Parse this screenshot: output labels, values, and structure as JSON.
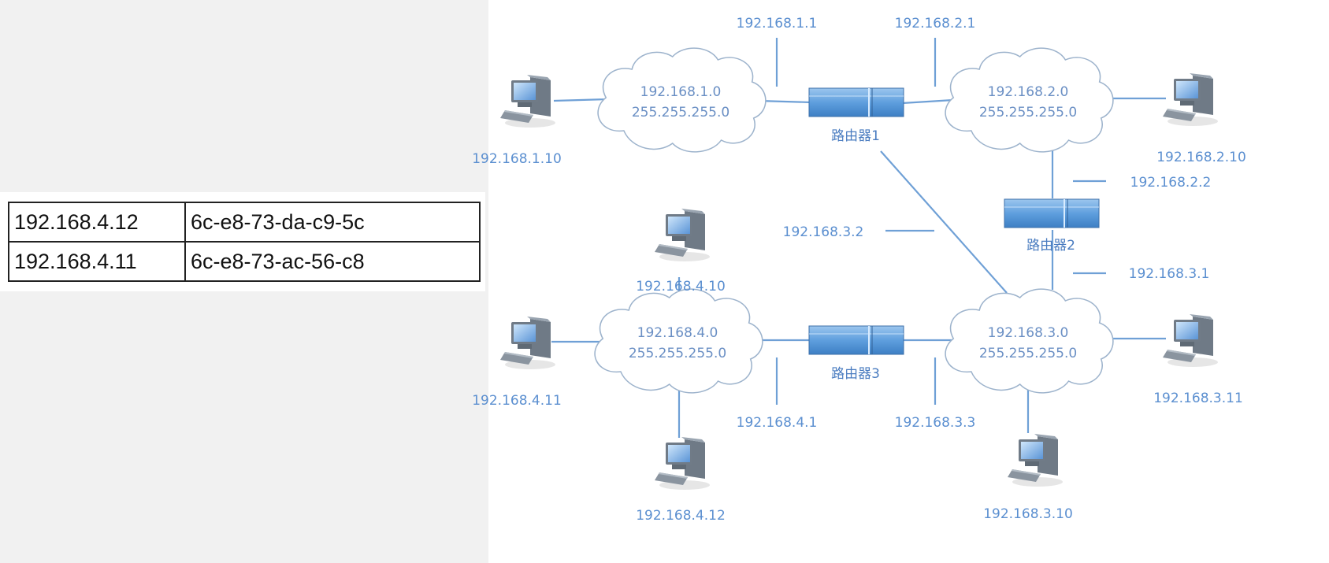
{
  "arp_table": {
    "rows": [
      {
        "ip": "192.168.4.12",
        "mac": "6c-e8-73-da-c9-5c"
      },
      {
        "ip": "192.168.4.11",
        "mac": "6c-e8-73-ac-56-c8"
      }
    ]
  },
  "diagram": {
    "clouds": [
      {
        "net": "192.168.1.0",
        "mask": "255.255.255.0"
      },
      {
        "net": "192.168.2.0",
        "mask": "255.255.255.0"
      },
      {
        "net": "192.168.4.0",
        "mask": "255.255.255.0"
      },
      {
        "net": "192.168.3.0",
        "mask": "255.255.255.0"
      }
    ],
    "routers": [
      "路由器1",
      "路由器2",
      "路由器3"
    ],
    "interfaces": {
      "r1_net1": "192.168.1.1",
      "r1_net2": "192.168.2.1",
      "r2_net2": "192.168.2.2",
      "r1_net3": "192.168.3.2",
      "r2_net3": "192.168.3.1",
      "r3_net4": "192.168.4.1",
      "r3_net3": "192.168.3.3"
    },
    "hosts": {
      "h1": "192.168.1.10",
      "h2": "192.168.2.10",
      "h4_10": "192.168.4.10",
      "h4_11": "192.168.4.11",
      "h4_12": "192.168.4.12",
      "h3_11": "192.168.3.11",
      "h3_10": "192.168.3.10"
    }
  }
}
